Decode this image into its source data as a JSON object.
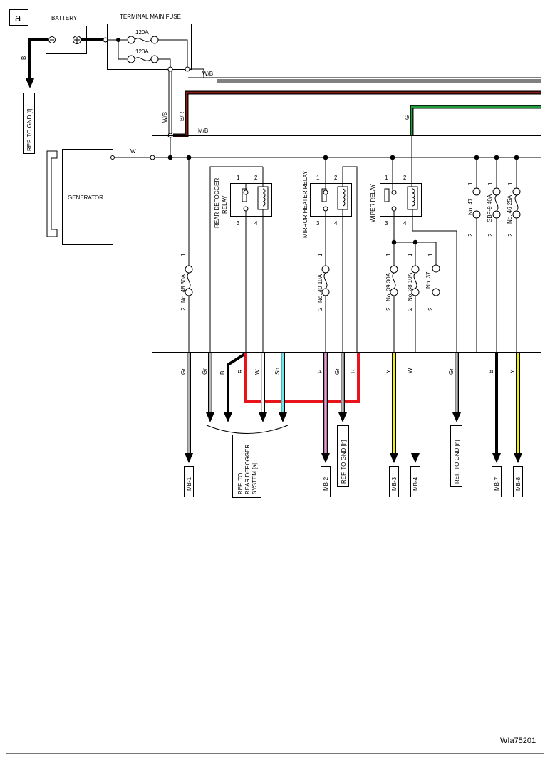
{
  "panel_label": "a",
  "figure_id": "WIa75201",
  "components": {
    "battery": "BATTERY",
    "terminal_main_fuse": "TERMINAL MAIN FUSE",
    "fuse_a": "120A",
    "fuse_b": "120A",
    "generator": "GENERATOR",
    "rear_defogger_relay_1": "REAR DEFOGGER",
    "rear_defogger_relay_2": "RELAY",
    "mirror_heater_relay": "MIRROR HEATER RELAY",
    "wiper_relay": "WIPER RELAY"
  },
  "fuses": {
    "f48": "No. 48 30A",
    "f40": "No. 40 10A",
    "f39": "No. 39 30A",
    "f38": "No. 38 10A",
    "f37": "No. 37",
    "f47": "No. 47",
    "sbf9": "SBF-9 40A",
    "f46": "No. 46 25A"
  },
  "pins": {
    "p1": "1",
    "p2": "2",
    "p3": "3",
    "p4": "4"
  },
  "wire_colors": {
    "b": "B",
    "wb": "W/B",
    "br": "B/R",
    "mb": "M/B",
    "g": "G",
    "w": "W",
    "gr": "Gr",
    "r": "R",
    "sb": "Sb",
    "p": "P",
    "y": "Y"
  },
  "references": {
    "ref_gnd_f": "REF. TO GND [f]",
    "ref_gnd_h": "REF. TO GND [h]",
    "ref_gnd_n": "REF. TO GND [n]",
    "ref_defogger_1": "REF. TO",
    "ref_defogger_2": "REAR DEFOGGER",
    "ref_defogger_3": "SYSTEM [a]"
  },
  "connectors": {
    "mb1": "MB-1",
    "mb2": "MB-2",
    "mb3": "MB-3",
    "mb4": "MB-4",
    "mb7": "MB-7",
    "mb8": "MB-8"
  },
  "colors": {
    "black": "#000000",
    "brown_red": "#8b1a10",
    "green": "#1e9e3c",
    "red": "#e8141b",
    "gray": "#b4b4b4",
    "cyan": "#6fe6ea",
    "pink": "#e89ad2",
    "yellow": "#f4f000"
  }
}
